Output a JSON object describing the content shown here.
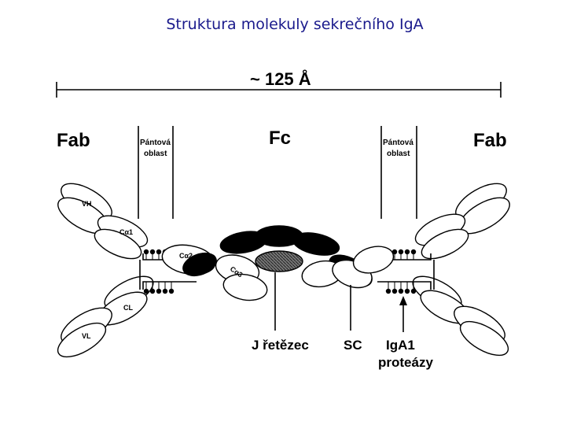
{
  "title": "Struktura molekuly sekrečního IgA",
  "dimension": "~ 125 Å",
  "labels": {
    "fab_left": "Fab",
    "fab_right": "Fab",
    "fc": "Fc",
    "hinge_left": [
      "Pántová",
      "oblast"
    ],
    "hinge_right": [
      "Pántová",
      "oblast"
    ],
    "j_chain": "J řetězec",
    "sc": "SC",
    "protease": [
      "IgA1",
      "proteázy"
    ]
  },
  "domains": {
    "vh": "VH",
    "ch1": "Cα1",
    "ch2": "Cα2",
    "ch3": "Cα3",
    "cl": "CL",
    "vl": "VL"
  },
  "colors": {
    "title": "#1a1a8c",
    "ink": "#000000",
    "j_chain_fill": "#555555"
  }
}
